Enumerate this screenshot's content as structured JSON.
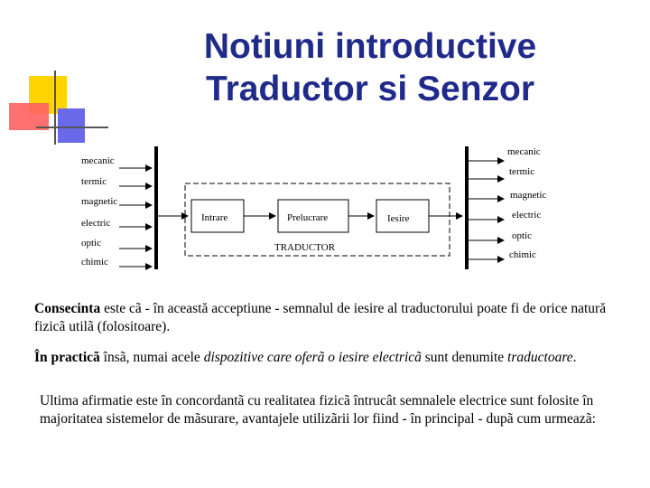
{
  "title": {
    "line1": "Notiuni introductive",
    "line2": "Traductor si Senzor"
  },
  "diagram": {
    "inputs": [
      "mecanic",
      "termic",
      "magnetic",
      "electric",
      "optic",
      "chimic"
    ],
    "outputs": [
      "mecanic",
      "termic",
      "magnetic",
      "electric",
      "optic",
      "chimic"
    ],
    "blocks": [
      "Intrare",
      "Prelucrare",
      "Iesire"
    ],
    "box_label": "TRADUCTOR"
  },
  "paragraphs": {
    "p1_lead": "Consecinta",
    "p1_rest": " este cã - în această acceptiune - semnalul de iesire al traductorului poate fi de orice natură fizicã utilã (folositoare).",
    "p2_lead": "În practicã",
    "p2_mid": " însã, numai acele ",
    "p2_italic": "dispozitive care oferã o iesire electricã",
    "p2_mid2": " sunt denumite ",
    "p2_italic2": "traductoare",
    "p2_end": ".",
    "p3": "Ultima afirmatie este în concordantã cu realitatea fizicã întrucât semnalele electrice sunt folosite în majoritatea sistemelor de mãsurare, avantajele utilizãrii lor fiind - în principal - dupã cum urmeazã:"
  }
}
